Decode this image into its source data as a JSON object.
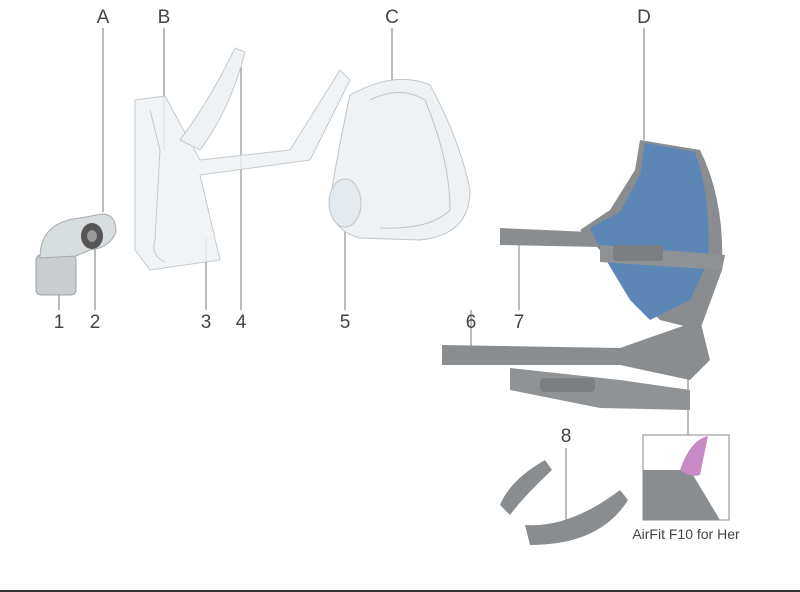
{
  "letters": {
    "a": "A",
    "b": "B",
    "c": "C",
    "d": "D"
  },
  "numbers": {
    "n1": "1",
    "n2": "2",
    "n3": "3",
    "n4": "4",
    "n5": "5",
    "n6": "6",
    "n7": "7",
    "n8": "8"
  },
  "inset_caption": "AirFit F10 for Her",
  "colors": {
    "headgear_gray": "#8a8d8f",
    "headgear_blue": "#5b86b5",
    "clear_plastic": "#e6ecef",
    "pink": "#c78ac4",
    "line": "#777777"
  }
}
